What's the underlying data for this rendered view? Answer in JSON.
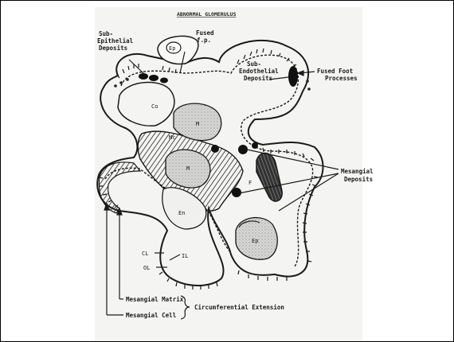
{
  "figure": {
    "title": "ABNORMAL GLOMERULUS",
    "labels": {
      "sub_epithelial": [
        "Sub-",
        "Epithelial",
        "Deposits"
      ],
      "fused_fp": [
        "Fused",
        "f.p."
      ],
      "ep_top": "Ep",
      "sub_endothelial": [
        "Sub-",
        "Endothelial",
        "Deposits"
      ],
      "fused_foot": [
        "Fused Foot",
        "Processes"
      ],
      "co": "Co",
      "mc": "Mc",
      "m1": "M",
      "m2": "M",
      "en": "En",
      "ep_bottom": "Ep",
      "f": "F",
      "mesangial_deposits": [
        "Mesangial",
        "Deposits"
      ],
      "cl": "CL",
      "il": "IL",
      "ol": "OL",
      "mesangial_matrix": "Mesangial Matrix",
      "mesangial_cell": "Mesangial Cell",
      "circumferential": "Circumferential Extension"
    }
  }
}
